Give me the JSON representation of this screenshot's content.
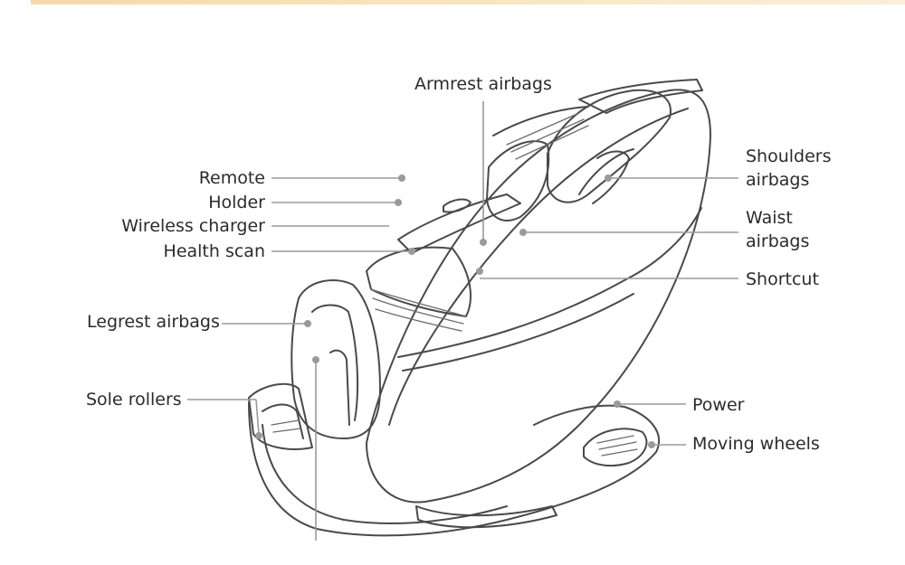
{
  "labels": {
    "armrest_airbags": "Armrest airbags",
    "remote": "Remote",
    "holder": "Holder",
    "wireless_charger": "Wireless charger",
    "health_scan": "Health scan",
    "legrest_airbags": "Legrest airbags",
    "sole_rollers": "Sole rollers",
    "shoulders_airbags_1": "Shoulders",
    "shoulders_airbags_2": "airbags",
    "waist_airbags_1": "Waist",
    "waist_airbags_2": "airbags",
    "shortcut": "Shortcut",
    "power": "Power",
    "moving_wheels": "Moving wheels"
  },
  "colors": {
    "accent_bar": "#f6d9a6",
    "leader_line": "#9a9a9a",
    "outline": "#4a4a4a"
  }
}
